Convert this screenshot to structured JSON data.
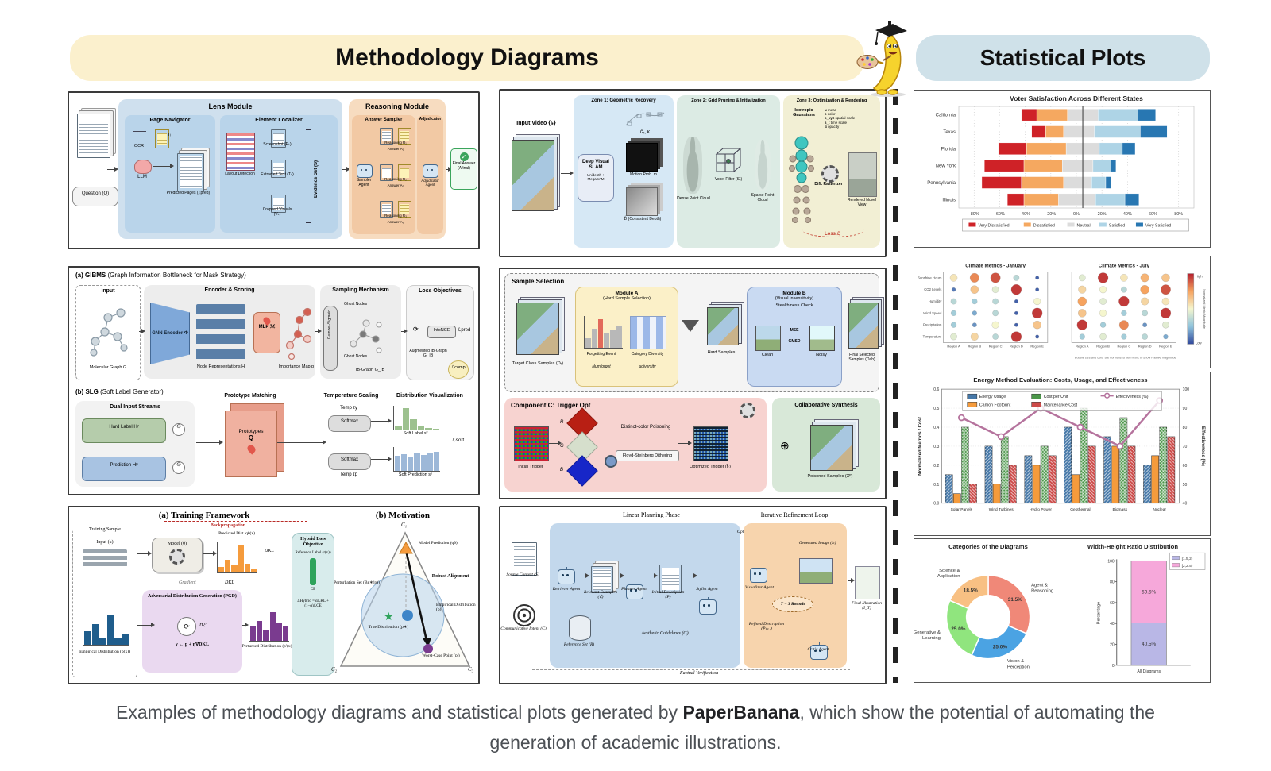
{
  "header": {
    "left_banner": "Methodology Diagrams",
    "right_banner": "Statistical Plots",
    "mascot": "banana-scholar-painter"
  },
  "caption": {
    "prefix": "Examples of methodology diagrams and statistical plots generated by ",
    "brand": "PaperBanana",
    "suffix": ", which show the potential of automating the",
    "line2": "generation of academic illustrations."
  },
  "diagrams": {
    "lens": {
      "title": "Lens Module",
      "reasoning_title": "Reasoning Module",
      "page_navigator": "Page Navigator",
      "element_localizer": "Element Localizer",
      "answer_sampler": "Answer Sampler",
      "adjudicator": "Adjudicator",
      "question": "Question (Q)",
      "ocr": "OCR",
      "ti": "Tᵢ",
      "llm": "LLM",
      "predicted_pages": "Predicted Pages (ℰpred)",
      "layout_detection": "Layout Detection",
      "screenshot": "Screenshot (Pₖ)",
      "extracted_text": "Extracted Text (Tₖ)",
      "cropped_visuals": "Cropped Visuals (Vₖ)",
      "evidence_set": "Evidence Set (S)",
      "sampler_agent": "Sampler Agent",
      "rows": [
        {
          "r": "Reasoning R₁",
          "a": "Answer A₁"
        },
        {
          "r": "Reasoning R₂",
          "a": "Answer A₂"
        },
        {
          "r": "Reasoning R₃",
          "a": "Answer A₃"
        }
      ],
      "adjudicator_agent": "Adjudicator Agent",
      "final_answer": "Final Answer (Afinal)"
    },
    "zones": {
      "input_video": "Input Video {Iₜ}",
      "zone1": "Zone 1: Geometric Recovery",
      "zone2": "Zone 2: Grid Pruning & Initialization",
      "zone3": "Zone 3: Optimization & Rendering",
      "slam": "Deep Visual SLAM",
      "slam_sub": "Unidepth + MegaSAM",
      "cam": "Ĝₜ, K",
      "motion": "Motion Prob. m̂",
      "depth": "D̂ (Consistent Depth)",
      "dense": "Dense Point Cloud",
      "voxel": "Voxel Filter (Sᵥ)",
      "sparse": "Sparse Point Cloud",
      "gaussians": "Isotropic Gaussians",
      "params": [
        [
          "μ",
          "mean"
        ],
        [
          "c",
          "color"
        ],
        [
          "s_xyz",
          "spatial scale"
        ],
        [
          "s_t",
          "time scale"
        ],
        [
          "α",
          "opacity"
        ]
      ],
      "rasterizer": "Diff. Rasterizer",
      "rendered": "Rendered Novel View",
      "loss": "Loss ℒ"
    },
    "gibms": {
      "title": "(a) GIBMS",
      "subtitle": "(Graph Information Bottleneck for Mask Strategy)",
      "input": "Input",
      "molecular_graph": "Molecular Graph G",
      "encoder_scoring": "Encoder & Scoring",
      "gnn": "GNN Encoder Φ",
      "node_repr": "Node Representations H",
      "mlp": "MLP ℳ",
      "importance": "Importance Map p",
      "sampling": "Sampling Mechanism",
      "gumbel": "Gumbel-Sigmoid",
      "ghost_top": "Ghost Nodes",
      "ghost_bottom": "Ghost Nodes",
      "ib_graph": "IB-Graph G_IB",
      "loss_obj": "Loss Objectives",
      "augmented": "Augmented IB-Graph G′_IB",
      "infonce": "InfoNCE",
      "l_pred": "ℒpred",
      "l_comp": "ℒcomp"
    },
    "slg": {
      "title": "(b) SLG",
      "subtitle": "(Soft Label Generator)",
      "dual": "Dual Input Streams",
      "hard_label": "Hard Label Hʸ",
      "prediction": "Prediction Hᵖ",
      "proto": "Prototype Matching",
      "prototypes": "Prototypes",
      "q": "Q",
      "temp": "Temperature Scaling",
      "temp_y": "Temp τy",
      "temp_p": "Temp τp",
      "softmax_top": "Softmax",
      "softmax_bottom": "Softmax",
      "dist": "Distribution Visualization",
      "soft_label": "Soft Label sʸ",
      "soft_pred": "Soft Prediction sᵖ",
      "l_soft": "ℒsoft"
    },
    "training": {
      "title_a": "(a) Training Framework",
      "title_b": "(b) Motivation",
      "training_sample": "Training Sample",
      "input_x": "Input (x)",
      "empirical": "Empirical Distribution (p(x))",
      "model": "Model (θ)",
      "predicted": "Predicted Dist. qθ(x)",
      "backprop": "Backpropagation",
      "dkl_top": "DKL",
      "dkl_mid": "DKL",
      "gradient": "Gradient",
      "adg": "Adversarial Distribution Generation (PGD)",
      "pi": "Πℰ",
      "pgd_eq": "y ← p + η∇DKL",
      "perturbed": "Perturbed Distribution (p′(x))",
      "hybrid": "Hybrid Loss Objective",
      "ref_label": "Reference Label (r(x))",
      "ce": "CE",
      "l_hybrid": "ℒHybrid = αℒKL + (1−α)ℒCE",
      "c1": "C₁",
      "c2": "C₂",
      "c3": "C₃",
      "model_pred": "Model Prediction (qθ)",
      "robust": "Robust Alignment",
      "perturb_set": "Perturbation Set (Bε∗(p))",
      "true_dist": "True Distribution (p∗)",
      "emp_dist": "Empirical Distribution (p)",
      "worst": "Worst-Case Point (p′)"
    },
    "sample": {
      "title": "Sample Selection",
      "target": "Target Class Samples (Dₜ)",
      "module_a": "Module A",
      "module_a_sub": "(Hard Sample Selection)",
      "forgetting": "Forgetting Event",
      "num_forget": "Numforget",
      "category": "Category Diversity",
      "mu_div": "μdiversity",
      "hard": "Hard Samples",
      "module_b": "Module B",
      "module_b_sub": "(Visual Insensitivity)",
      "stealth": "Stealthiness Check",
      "clean": "Clean",
      "noisy": "Noisy",
      "mse": "MSE",
      "gmsd": "GMSD",
      "final": "Final Selected Samples (Dab)",
      "comp_c": "Component C: Trigger Opt",
      "initial": "Initial Trigger",
      "r": "R",
      "g": "G",
      "b": "B",
      "distinct": "Distinct-color Poisoning",
      "floyd": "Floyd-Steinberg Dithering",
      "optimized": "Optimized Trigger (f̃ₜ)",
      "collab": "Collaborative Synthesis",
      "poisoned": "Poisoned Samples (Xᴾ)"
    },
    "plan": {
      "linear": "Linear Planning Phase",
      "loop": "Iterative Refinement Loop",
      "source": "Source Context (S)",
      "intent": "Communicative Intent (C)",
      "retriever": "Retriever Agent",
      "examples": "Relevant Examples (ℰ)",
      "planner": "Planner Agent",
      "initial": "Initial Description (P)",
      "stylist": "Stylist Agent",
      "reference": "Reference Set (R)",
      "aesthetic": "Aesthetic Guidelines (G)",
      "optimized": "Optimized Description (P*)",
      "visualizer": "Visualizer Agent",
      "generated": "Generated Image (Iₜ)",
      "rounds": "T = 3 Rounds",
      "refined": "Refined Description (Pₜ₊₁)",
      "critic": "Critic Agent",
      "final": "Final Illustration (I_T)",
      "factual": "Factual Verification"
    }
  },
  "chart_data": [
    {
      "id": "voter",
      "type": "bar",
      "subtype": "diverging-stacked-horizontal",
      "title": "Voter Satisfaction Across Different States",
      "categories": [
        "California",
        "Texas",
        "Florida",
        "New York",
        "Pennsylvania",
        "Illinois"
      ],
      "legend": [
        "Very Dissatisfied",
        "Dissatisfied",
        "Neutral",
        "Satisfied",
        "Very Satisfied"
      ],
      "colors": [
        "#cf2227",
        "#f5a860",
        "#dcdcdc",
        "#aed4e6",
        "#2877b2"
      ],
      "boundaries": [
        [
          -43,
          -31,
          -7,
          17,
          48,
          62
        ],
        [
          -35,
          -24,
          -10,
          14,
          50,
          71
        ],
        [
          -61,
          -39,
          -8,
          18,
          36,
          46
        ],
        [
          -72,
          -41,
          -11,
          13,
          27,
          31
        ],
        [
          -74,
          -43,
          -10,
          12,
          23,
          27
        ],
        [
          -54,
          -41,
          -14,
          15,
          38,
          49
        ]
      ],
      "x_tick_values": [
        -80,
        -60,
        -40,
        -20,
        0,
        20,
        40,
        60,
        80
      ],
      "x_ticks": [
        "-80%",
        "-60%",
        "-40%",
        "-20%",
        "0%",
        "20%",
        "40%",
        "60%",
        "80%"
      ],
      "xlim": [
        -92,
        92
      ],
      "ref_line": 5
    },
    {
      "id": "climate",
      "type": "heatmap",
      "subtype": "bubble-grid-pair",
      "titles": [
        "Climate Metrics - January",
        "Climate Metrics - July"
      ],
      "rows": [
        "Sunshine Hours",
        "CO2 Levels",
        "Humidity",
        "Wind Speed",
        "Precipitation",
        "Temperature"
      ],
      "cols": [
        "Region A",
        "Region B",
        "Region C",
        "Region D",
        "Region E"
      ],
      "january": [
        [
          0.55,
          0.8,
          0.9,
          0.35,
          0.05
        ],
        [
          0.1,
          0.65,
          0.45,
          0.95,
          0.05
        ],
        [
          0.35,
          0.3,
          0.35,
          0.05,
          0.5
        ],
        [
          0.3,
          0.2,
          0.35,
          0.05,
          0.95
        ],
        [
          0.3,
          0.15,
          0.5,
          0.05,
          0.65
        ],
        [
          0.45,
          0.6,
          0.35,
          0.95,
          0.05
        ]
      ],
      "july": [
        [
          0.45,
          0.95,
          0.55,
          0.7,
          0.65
        ],
        [
          0.6,
          0.5,
          0.35,
          0.75,
          0.9
        ],
        [
          0.75,
          0.45,
          0.95,
          0.6,
          0.55
        ],
        [
          0.65,
          0.5,
          0.3,
          0.35,
          0.95
        ],
        [
          0.95,
          0.3,
          0.8,
          0.15,
          0.45
        ],
        [
          0.3,
          0.45,
          0.3,
          0.35,
          0.2
        ]
      ],
      "colorbar_high": "High",
      "colorbar_low": "Low",
      "colorbar_label": "Normalized Metric Magnitude",
      "footnote": "Bubble size and color are normalized per metric to show relative magnitude"
    },
    {
      "id": "energy",
      "type": "bar",
      "subtype": "grouped-with-line",
      "title": "Energy Method Evaluation: Costs, Usage, and Effectiveness",
      "categories": [
        "Solar Panels",
        "Wind Turbines",
        "Hydro Power",
        "Geothermal",
        "Biomass",
        "Nuclear"
      ],
      "series": [
        {
          "name": "Energy Usage",
          "color": "#4678a8",
          "hatch": "diag",
          "values": [
            0.15,
            0.3,
            0.25,
            0.4,
            0.35,
            0.2
          ]
        },
        {
          "name": "Carbon Footprint",
          "color": "#f59b3c",
          "hatch": "none",
          "values": [
            0.05,
            0.1,
            0.2,
            0.15,
            0.3,
            0.25
          ]
        },
        {
          "name": "Cost per Unit",
          "color": "#4a9648",
          "hatch": "cross",
          "values": [
            0.4,
            0.35,
            0.3,
            0.5,
            0.45,
            0.4
          ]
        },
        {
          "name": "Maintenance Cost",
          "color": "#cc4a48",
          "hatch": "diag2",
          "values": [
            0.1,
            0.2,
            0.25,
            0.3,
            0.3,
            0.35
          ]
        }
      ],
      "line": {
        "name": "Effectiveness (%)",
        "color": "#b5739d",
        "values": [
          85,
          75,
          90,
          80,
          70,
          94
        ]
      },
      "ylabel": "Normalized Metrics / Cost",
      "ylim": [
        0,
        0.6
      ],
      "y2label": "Effectiveness (%)",
      "y2lim": [
        40,
        100
      ]
    },
    {
      "id": "donut",
      "type": "pie",
      "title": "Categories of the Diagrams",
      "slices": [
        {
          "label": "Agent & Reasoning",
          "pct": 31.5,
          "color": "#f08878"
        },
        {
          "label": "Vision & Perception",
          "pct": 25.0,
          "color": "#4ba3e3"
        },
        {
          "label": "Generative & Learning",
          "pct": 25.0,
          "color": "#90e57e"
        },
        {
          "label": "Science & Application",
          "pct": 18.5,
          "color": "#f8c083"
        }
      ]
    },
    {
      "id": "ratio",
      "type": "bar",
      "subtype": "stacked-percent",
      "title": "Width-Height Ratio Distribution",
      "category": "All Diagrams",
      "ylabel": "Percentage",
      "segments": [
        {
          "label": "[1.5,2)",
          "pct": 40.5,
          "color": "#b9b7e6"
        },
        {
          "label": "[2,2.5)",
          "pct": 59.5,
          "color": "#f6a8da"
        }
      ],
      "y_ticks": [
        0,
        20,
        40,
        60,
        80,
        100
      ]
    }
  ]
}
